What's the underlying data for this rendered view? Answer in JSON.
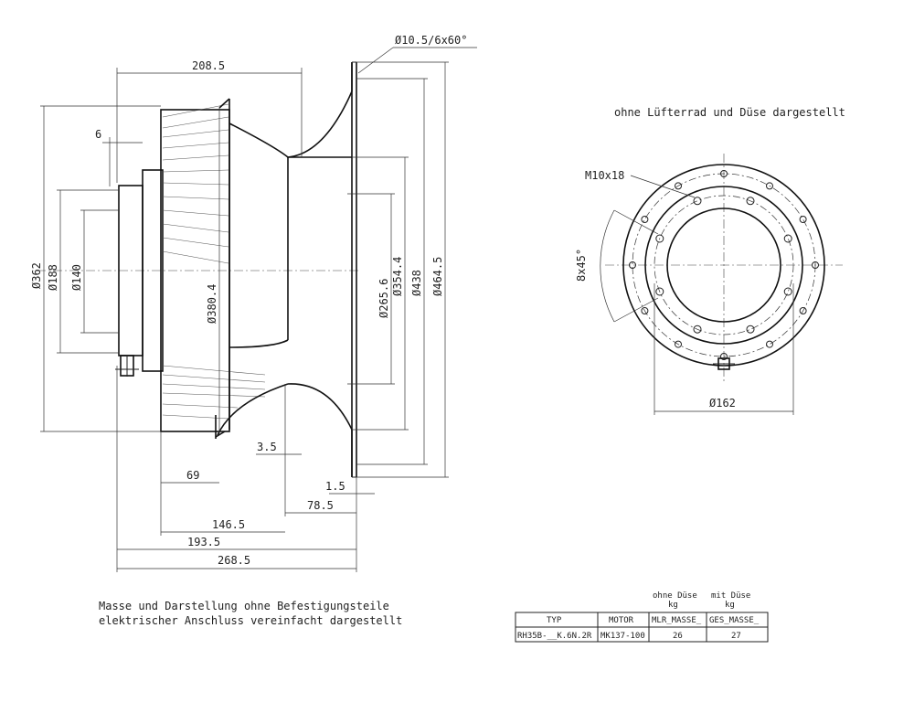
{
  "colors": {
    "line": "#222222",
    "background": "#ffffff"
  },
  "dimensions": {
    "width_top": "208.5",
    "hole_spec": "Ø10.5/6x60°",
    "offset_6": "6",
    "dia_362": "Ø362",
    "dia_188": "Ø188",
    "dia_140": "Ø140",
    "dia_380": "Ø380.4",
    "dia_265": "Ø265.6",
    "dia_354": "Ø354.4",
    "dia_438": "Ø438",
    "dia_464": "Ø464.5",
    "gap_3_5": "3.5",
    "len_69": "69",
    "gap_1_5": "1.5",
    "len_78_5": "78.5",
    "len_146_5": "146.5",
    "len_193_5": "193.5",
    "len_268_5": "268.5"
  },
  "side_view": {
    "title": "ohne Lüfterrad und Düse dargestellt",
    "thread": "M10x18",
    "angle": "8x45°",
    "dia_162": "Ø162"
  },
  "notes": {
    "line1": "Masse und Darstellung ohne Befestigungsteile",
    "line2": "elektrischer Anschluss vereinfacht dargestellt"
  },
  "table": {
    "top_labels": [
      {
        "line1": "ohne Düse",
        "line2": "kg"
      },
      {
        "line1": "mit Düse",
        "line2": "kg"
      }
    ],
    "headers": [
      "TYP",
      "MOTOR",
      "MLR_MASSE_",
      "GES_MASSE_"
    ],
    "rows": [
      [
        "RH35B-__K.6N.2R",
        "MK137-100",
        "26",
        "27"
      ]
    ]
  }
}
